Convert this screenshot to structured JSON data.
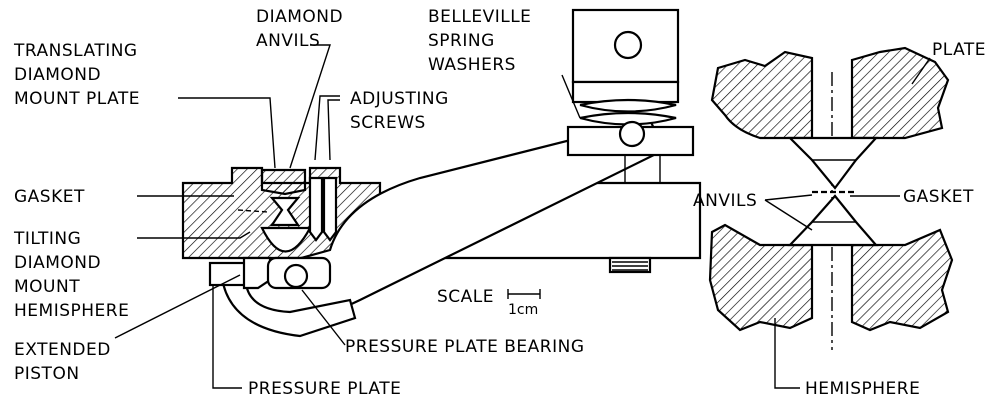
{
  "labels": {
    "diamond_anvils": [
      "DIAMOND",
      "ANVILS"
    ],
    "belleville": [
      "BELLEVILLE",
      "SPRING",
      "WASHERS"
    ],
    "plate": "PLATE",
    "translating": [
      "TRANSLATING",
      "DIAMOND",
      "MOUNT PLATE"
    ],
    "adjusting": [
      "ADJUSTING",
      "SCREWS"
    ],
    "gasket_left": "GASKET",
    "tilting": [
      "TILTING",
      "DIAMOND",
      "MOUNT",
      "HEMISPHERE"
    ],
    "anvils": "ANVILS",
    "gasket_right": "GASKET",
    "scale": "SCALE",
    "scale_unit": "1cm",
    "pressure_plate_bearing": "PRESSURE PLATE BEARING",
    "extended_piston": [
      "EXTENDED",
      "PISTON"
    ],
    "pressure_plate": "PRESSURE PLATE",
    "hemisphere": "HEMISPHERE"
  }
}
